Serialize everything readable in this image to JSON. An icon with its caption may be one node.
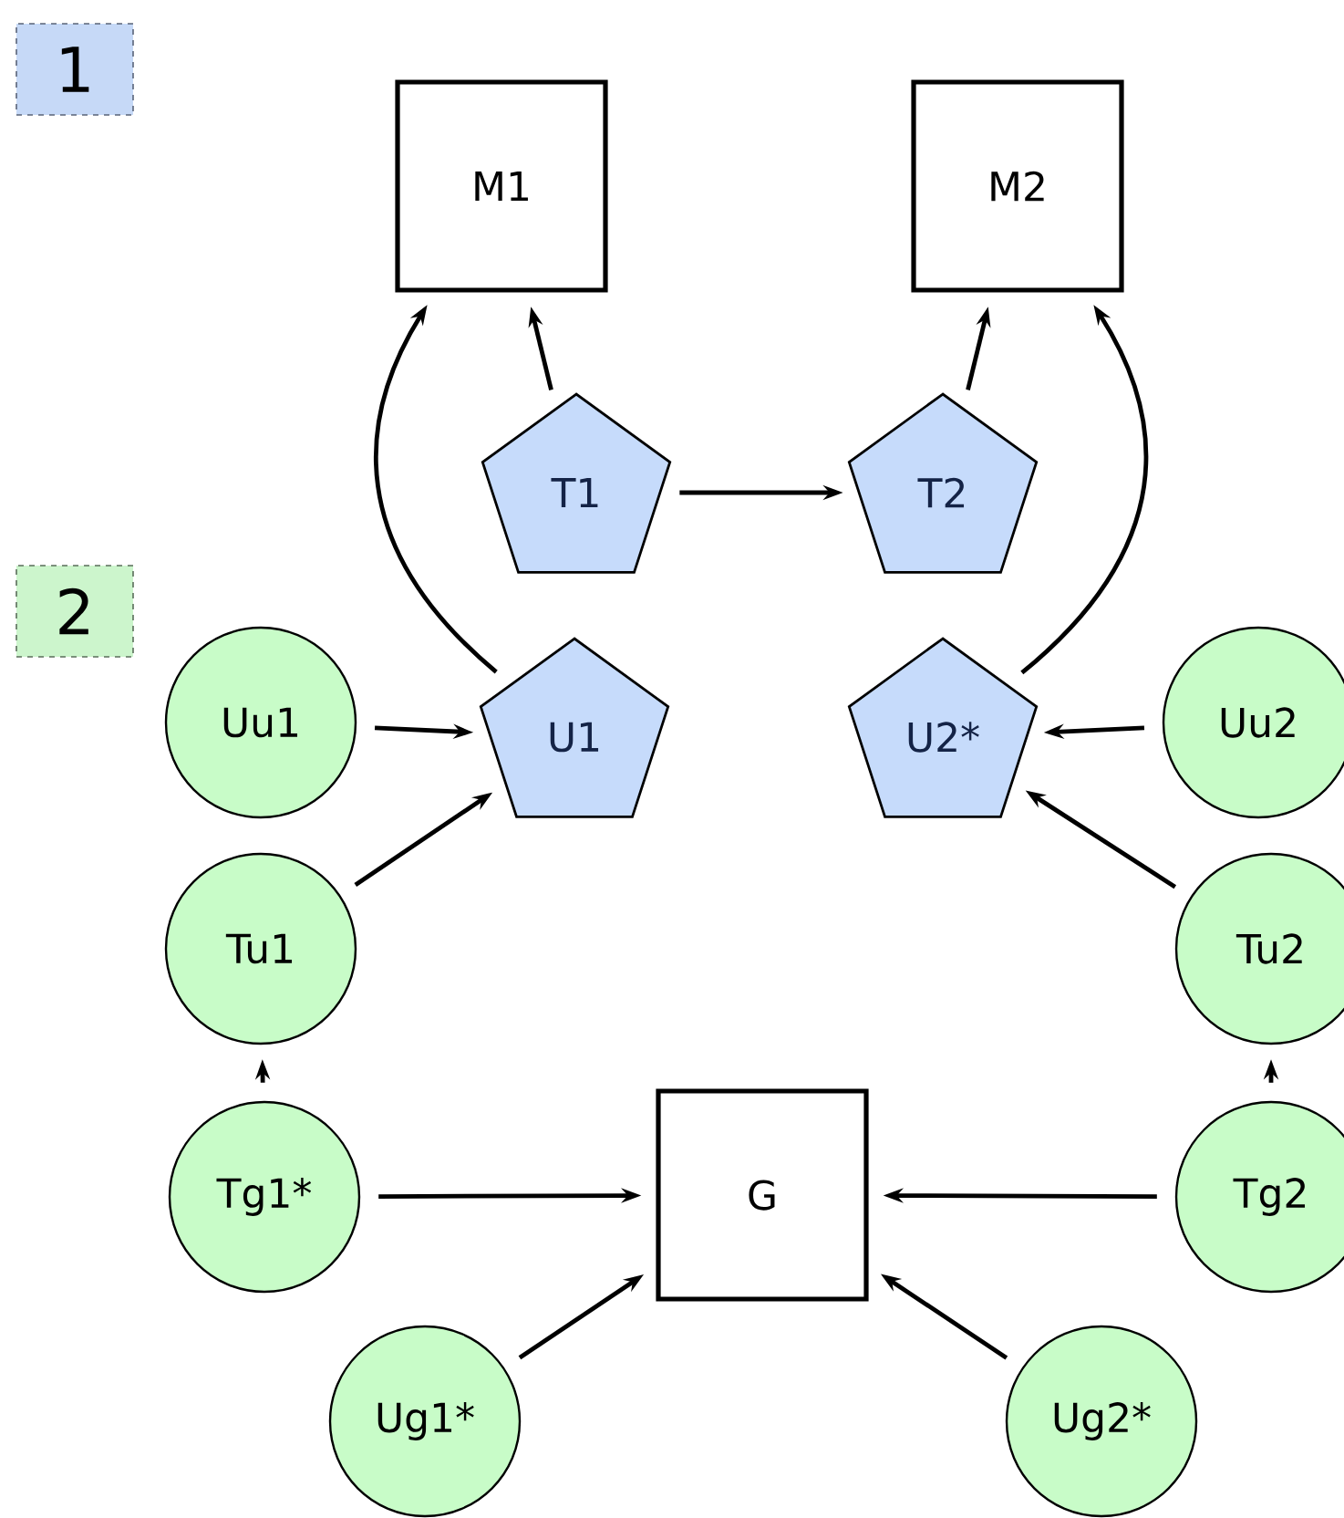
{
  "diagram": {
    "nodes": [
      {
        "text": [
          "1"
        ]
      },
      {
        "text": [
          "M1"
        ]
      },
      {
        "text": [
          "M2"
        ]
      },
      {
        "text": [
          "T1"
        ]
      },
      {
        "text": [
          "T2"
        ]
      },
      {
        "text": [
          "2"
        ]
      },
      {
        "text": [
          "Uu1"
        ]
      },
      {
        "text": [
          "U1"
        ]
      },
      {
        "text": [
          "U2*"
        ]
      },
      {
        "text": [
          "Uu2"
        ]
      },
      {
        "text": [
          "Tu1"
        ]
      },
      {
        "text": [
          "Tu2"
        ]
      },
      {
        "text": [
          "Tg1*"
        ]
      },
      {
        "text": [
          "G"
        ]
      },
      {
        "text": [
          "Tg2"
        ]
      },
      {
        "text": [
          "Ug1*"
        ]
      },
      {
        "text": [
          "Ug2*"
        ]
      }
    ],
    "edges": [
      {
        "from": 3,
        "to": 1,
        "arrow": "to"
      },
      {
        "from": 7,
        "to": 1,
        "arrow": "to"
      },
      {
        "from": 3,
        "to": 4,
        "arrow": "to"
      },
      {
        "from": 4,
        "to": 2,
        "arrow": "to"
      },
      {
        "from": 8,
        "to": 2,
        "arrow": "to"
      },
      {
        "from": 6,
        "to": 7,
        "arrow": "to"
      },
      {
        "from": 10,
        "to": 7,
        "arrow": "to"
      },
      {
        "from": 9,
        "to": 8,
        "arrow": "to"
      },
      {
        "from": 11,
        "to": 8,
        "arrow": "to"
      },
      {
        "from": 12,
        "to": 10,
        "arrow": "to"
      },
      {
        "from": 14,
        "to": 11,
        "arrow": "to"
      },
      {
        "from": 12,
        "to": 13,
        "arrow": "to"
      },
      {
        "from": 14,
        "to": 13,
        "arrow": "to"
      },
      {
        "from": 15,
        "to": 13,
        "arrow": "to"
      },
      {
        "from": 16,
        "to": 13,
        "arrow": "to"
      }
    ]
  }
}
